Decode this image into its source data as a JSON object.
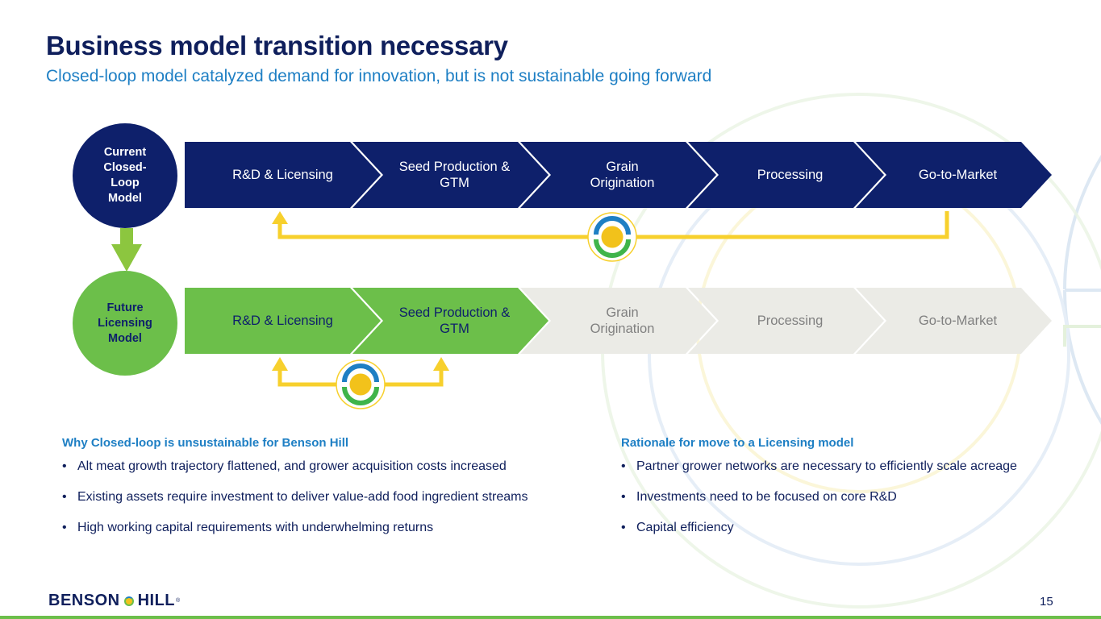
{
  "slide": {
    "title": "Business model transition necessary",
    "subtitle": "Closed-loop model catalyzed demand for innovation, but is not sustainable going forward",
    "page_number": "15"
  },
  "colors": {
    "navy": "#0e206b",
    "green": "#6cbf4a",
    "gray": "#ebebe6",
    "blue_accent": "#1e7fc4",
    "yellow": "#f7d02d"
  },
  "current_model": {
    "label": "Current Closed-Loop Model",
    "stages": [
      "R&D & Licensing",
      "Seed Production & GTM",
      "Grain Origination",
      "Processing",
      "Go-to-Market"
    ],
    "active_stages": 5
  },
  "future_model": {
    "label": "Future Licensing Model",
    "stages": [
      "R&D & Licensing",
      "Seed Production & GTM",
      "Grain Origination",
      "Processing",
      "Go-to-Market"
    ],
    "active_stages": 2
  },
  "transition_icon": "down-arrow-icon",
  "loop_icon": "benson-hill-sun-icon",
  "left_section": {
    "heading": "Why Closed-loop is unsustainable for Benson Hill",
    "bullets": [
      "Alt meat growth trajectory flattened, and grower acquisition costs increased",
      "Existing assets require investment to deliver value-add food ingredient streams",
      "High working capital requirements with underwhelming returns"
    ]
  },
  "right_section": {
    "heading": "Rationale for move to a Licensing model",
    "bullets": [
      "Partner grower networks are necessary to efficiently scale acreage",
      "Investments need to be focused on core R&D",
      "Capital efficiency"
    ]
  },
  "footer": {
    "logo_left": "BENSON",
    "logo_right": "HILL",
    "logo_mark": "®"
  },
  "bullet_char": "•"
}
